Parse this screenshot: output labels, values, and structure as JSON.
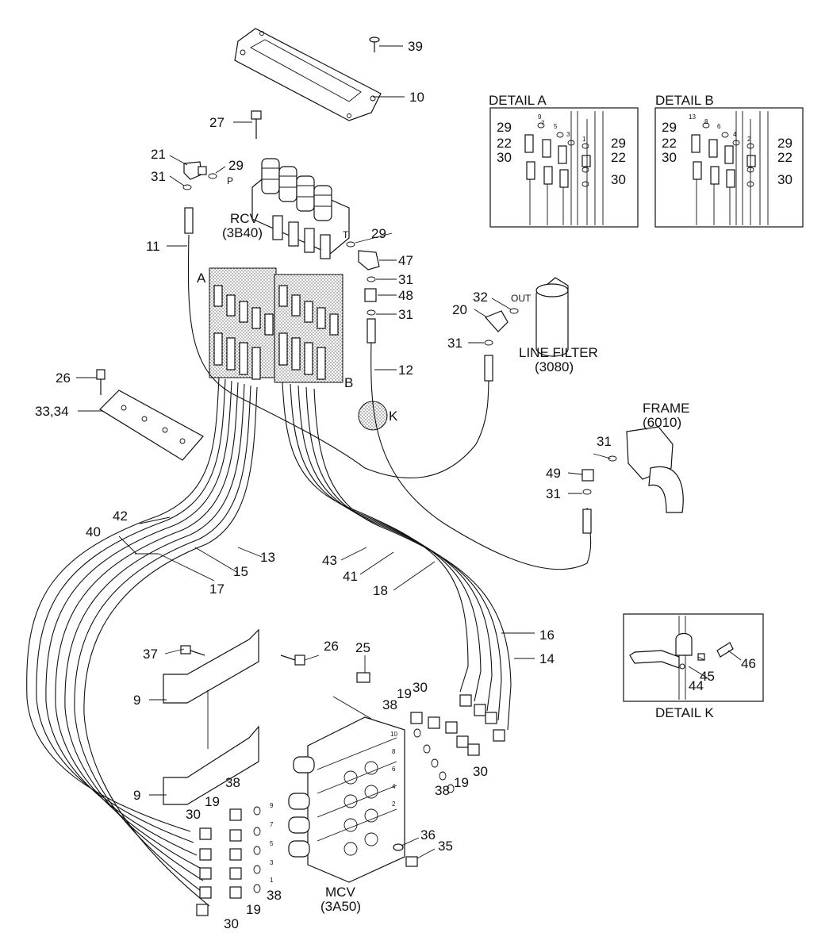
{
  "parts": {
    "p39": "39",
    "p10": "10",
    "p27": "27",
    "p21": "21",
    "p31": "31",
    "p29": "29",
    "p11": "11",
    "p47": "47",
    "p48": "48",
    "p12": "12",
    "p20": "20",
    "p32": "32",
    "p26": "26",
    "p33_34": "33,34",
    "p42": "42",
    "p40": "40",
    "p13": "13",
    "p15": "15",
    "p17": "17",
    "p43": "43",
    "p41": "41",
    "p18": "18",
    "p16": "16",
    "p14": "14",
    "p49": "49",
    "p37": "37",
    "p25": "25",
    "p9": "9",
    "p19": "19",
    "p30": "30",
    "p38": "38",
    "p36": "36",
    "p35": "35",
    "p22": "22",
    "p44": "44",
    "p45": "45",
    "p46": "46"
  },
  "components": {
    "rcv_name": "RCV",
    "rcv_code": "(3B40)",
    "line_filter_name": "LINE FILTER",
    "line_filter_code": "(3080)",
    "frame_name": "FRAME",
    "frame_code": "(6010)",
    "mcv_name": "MCV",
    "mcv_code": "(3A50)",
    "port_p": "P",
    "port_t": "T",
    "port_out": "OUT",
    "zone_a": "A",
    "zone_b": "B",
    "zone_k": "K"
  },
  "details": {
    "detail_a": "DETAIL A",
    "detail_b": "DETAIL B",
    "detail_k": "DETAIL K",
    "a_ports": [
      "9",
      "7",
      "5",
      "3",
      "1"
    ],
    "b_ports": [
      "13",
      "8",
      "6",
      "4",
      "2"
    ]
  },
  "mcv_ports": {
    "left": [
      "9",
      "7",
      "5",
      "3",
      "1"
    ],
    "right": [
      "10",
      "8",
      "6",
      "4",
      "2"
    ]
  }
}
